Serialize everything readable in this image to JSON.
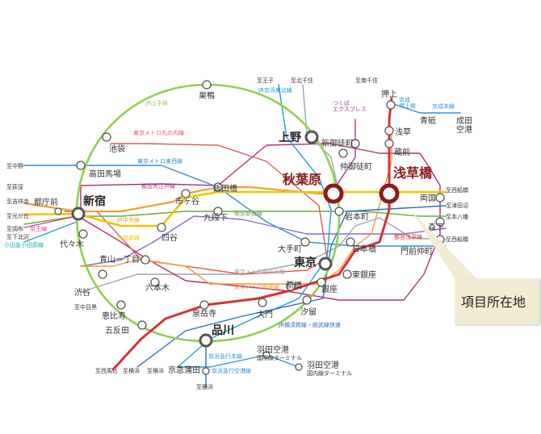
{
  "colors": {
    "yamanote": "#8fd14f",
    "chuo": "#f0a030",
    "sobu": "#f3c300",
    "asakusa": "#d93030",
    "marunouchi": "#e05a5a",
    "tozai": "#2f8fd8",
    "shinjuku": "#6aaa3a",
    "oedo": "#b0307a",
    "keihin_tohoku": "#1aa0d8",
    "ginza": "#f29b30",
    "hibiya": "#9aa6ab",
    "yokosuka": "#2a6fbf",
    "keio": "#d8458f",
    "odakyu": "#2aa0c8",
    "tx": "#a03a8f",
    "hanzomon": "#8a6ad0",
    "highlight_station": "#8b1a1a",
    "callout_bg": "#f2ecd4"
  },
  "stations": {
    "sugamo": "巣鴨",
    "ikebukuro": "池袋",
    "takadanobaba": "高田馬場",
    "shinjuku": "新宿",
    "tochomae": "都庁前",
    "yoyogi": "代々木",
    "shibuya": "渋谷",
    "ebisu": "恵比寿",
    "gotanda": "五反田",
    "shinagawa": "品川",
    "sengakuji": "泉岳寺",
    "ueno": "上野",
    "akihabara": "秋葉原",
    "asakusabashi": "浅草橋",
    "tokyo": "東京",
    "iidabashi": "飯田橋",
    "ichigaya": "市ヶ谷",
    "yotsuya": "四谷",
    "kudanshita": "九段下",
    "otemachi": "大手町",
    "iwamotocho": "岩本町",
    "nakaokachimachi": "仲御徒町",
    "shinokachimachi": "新御徒町",
    "kuramae": "蔵前",
    "asakusa": "浅草",
    "oshiage": "押上",
    "aoto": "青砥",
    "narita": "成田\n空港",
    "ryogoku": "両国",
    "morishita": "森下",
    "monzennakacho": "門前仲町",
    "nihombashi": "日本橋",
    "higashiginza": "東銀座",
    "ginza": "銀座",
    "shimbashi": "新橋",
    "daimon": "大門",
    "shiodome": "汐留",
    "aoyama": "青山一丁目",
    "roppongi": "六本木",
    "keikyukamata": "京急蒲田",
    "haneda_intl": "羽田空港",
    "haneda_intl_sub": "国際線ターミナル",
    "haneda_dom": "羽田空港",
    "haneda_dom_sub": "国内線ターミナル"
  },
  "lines": {
    "yamanote": "JR山手線",
    "marunouchi": "東京メトロ丸の内線",
    "tozai": "東京メトロ東西線",
    "oedo": "都営大江戸線",
    "chuo": "JR中央線",
    "sobu": "JR総武線",
    "shinjuku": "都営新宿線",
    "hibiya": "東京メトロ日比谷線",
    "ginza": "東京メトロ銀座線",
    "asakusa": "都営浅草線",
    "yokosuka": "JR横須賀線・総武線快速",
    "keihin": "京浜急行本線",
    "keihin2": "京浜急行空港線",
    "keihin_tohoku": "JR京浜東北線",
    "keio": "京王線",
    "odakyu": "小田急小田原線",
    "tx": "つくば\nエクスプレス",
    "keisei_oshiage": "京成\n押上線",
    "keisei_main": "京成本線"
  },
  "destinations": {
    "oji": "至王子",
    "kitasenju": "至北千住",
    "minamisenju": "至南千住",
    "nakano": "至中野",
    "ogikubo": "至荻窪",
    "kichijoji": "至吉祥寺",
    "hikarigaoka": "至光が丘",
    "chofu": "至調布",
    "shimokitazawa": "至下北沢",
    "nishifunabashi": "至西船橋",
    "tsudanuma": "至津田沼",
    "motoyawata": "至本八幡",
    "nishifunabashi2": "至西船橋",
    "nakameguro": "至中目黒",
    "nishimagome": "至西馬込",
    "yokohama": "至横浜",
    "yokohama2": "至横浜",
    "yokohama3": "至横浜"
  },
  "callout": {
    "label": "項目所在地"
  }
}
